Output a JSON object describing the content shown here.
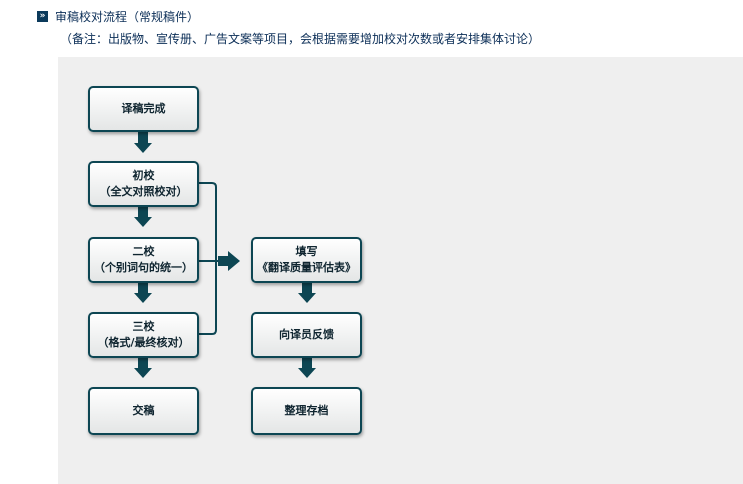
{
  "header": {
    "icon": "double-chevron-right-icon",
    "title": "审稿校对流程（常规稿件）",
    "note": "（备注：出版物、宣传册、广告文案等项目，会根据需要增加校对次数或者安排集体讨论）"
  },
  "diagram": {
    "accent_color": "#0d4653",
    "left_column": [
      {
        "line1": "译稿完成",
        "line2": ""
      },
      {
        "line1": "初校",
        "line2": "（全文对照校对）"
      },
      {
        "line1": "二校",
        "line2": "（个别词句的统一）"
      },
      {
        "line1": "三校",
        "line2": "（格式/最终核对）"
      },
      {
        "line1": "交稿",
        "line2": ""
      }
    ],
    "right_column": [
      {
        "line1": "填写",
        "line2": "《翻译质量评估表》"
      },
      {
        "line1": "向译员反馈",
        "line2": ""
      },
      {
        "line1": "整理存档",
        "line2": ""
      }
    ]
  }
}
